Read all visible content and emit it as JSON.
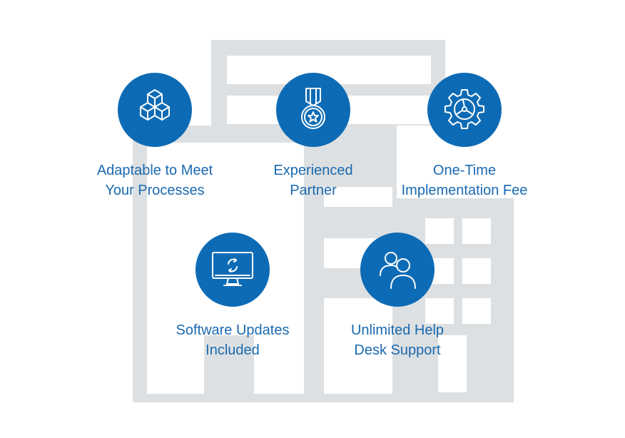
{
  "colors": {
    "accent": "#0d6bb5",
    "label_text": "#1a69b0",
    "building": "#dde0e2",
    "icon_stroke": "#ffffff"
  },
  "features": [
    {
      "icon": "cubes-icon",
      "line1": "Adaptable to Meet",
      "line2": "Your Processes"
    },
    {
      "icon": "medal-icon",
      "line1": "Experienced",
      "line2": "Partner"
    },
    {
      "icon": "gear-icon",
      "line1": "One-Time",
      "line2": "Implementation Fee"
    },
    {
      "icon": "monitor-refresh-icon",
      "line1": "Software Updates",
      "line2": "Included"
    },
    {
      "icon": "users-icon",
      "line1": "Unlimited Help",
      "line2": "Desk Support"
    }
  ]
}
